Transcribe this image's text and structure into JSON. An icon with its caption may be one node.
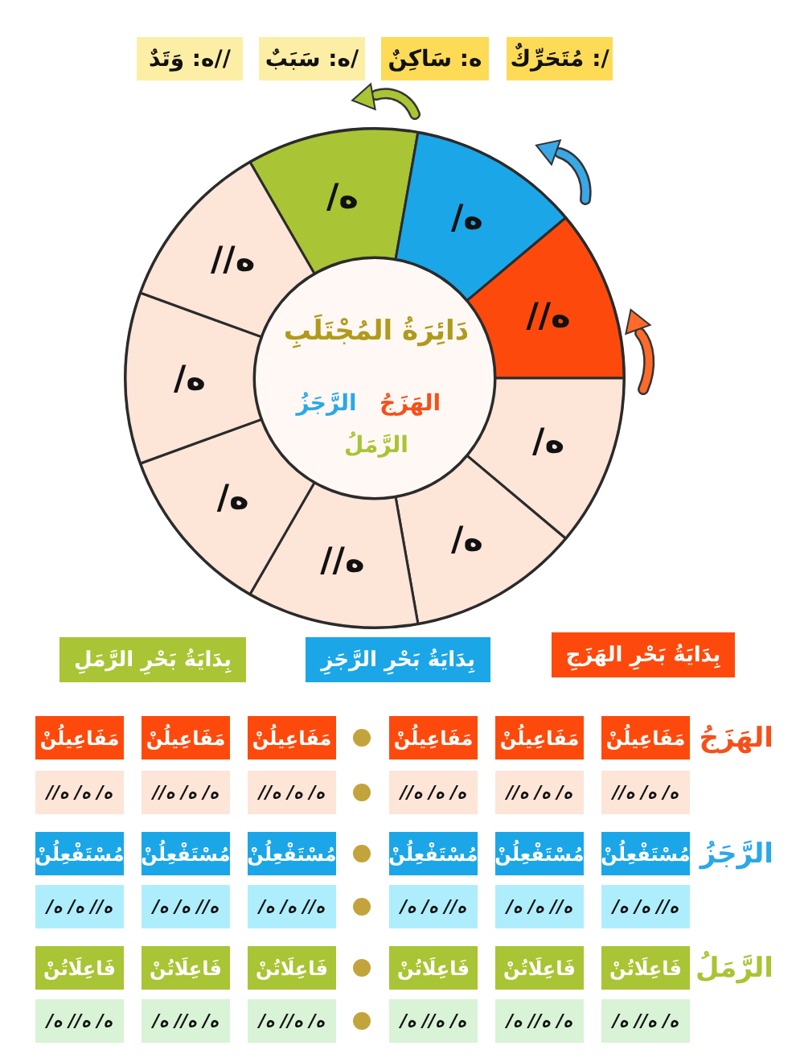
{
  "diagram": {
    "nodes": [
      {
        "text": [
          "/: مُتَحَرِّكٌ"
        ]
      },
      {
        "text": [
          "ه: سَاكِنٌ"
        ]
      },
      {
        "text": [
          "/ه: سَبَبٌ"
        ]
      },
      {
        "text": [
          "//ه: وَتَدٌ"
        ]
      },
      {
        "text": [
          "دَائِرَةُ المُجْتَلَبِ",
          "الهَزَجُ",
          "الرَّجَزُ",
          "الرَّمَلُ"
        ]
      },
      {
        "text": [
          "/ه"
        ]
      },
      {
        "text": [
          "/ه"
        ]
      },
      {
        "text": [
          "//ه"
        ]
      },
      {
        "text": [
          "/ه"
        ]
      },
      {
        "text": [
          "/ه"
        ]
      },
      {
        "text": [
          "//ه"
        ]
      },
      {
        "text": [
          "/ه"
        ]
      },
      {
        "text": [
          "/ه"
        ]
      },
      {
        "text": [
          "//ه"
        ]
      },
      {
        "text": [
          "بِدَايَةُ بَحْرِ الهَزَجِ"
        ]
      },
      {
        "text": [
          "بِدَايَةُ بَحْرِ الرَّجَزِ"
        ]
      },
      {
        "text": [
          "بِدَايَةُ بَحْرِ الرَّمَلِ"
        ]
      },
      {
        "text": [
          "مَفَاعِيلُنْ"
        ]
      },
      {
        "text": [
          "مَفَاعِيلُنْ"
        ]
      },
      {
        "text": [
          "مَفَاعِيلُنْ"
        ]
      },
      {
        "text": [
          "مَفَاعِيلُنْ"
        ]
      },
      {
        "text": [
          "مَفَاعِيلُنْ"
        ]
      },
      {
        "text": [
          "مَفَاعِيلُنْ"
        ]
      },
      {
        "text": [
          "//ه /ه /ه"
        ]
      },
      {
        "text": [
          "//ه /ه /ه"
        ]
      },
      {
        "text": [
          "//ه /ه /ه"
        ]
      },
      {
        "text": [
          "//ه /ه /ه"
        ]
      },
      {
        "text": [
          "//ه /ه /ه"
        ]
      },
      {
        "text": [
          "//ه /ه /ه"
        ]
      },
      {
        "text": [
          "مُسْتَفْعِلُنْ"
        ]
      },
      {
        "text": [
          "مُسْتَفْعِلُنْ"
        ]
      },
      {
        "text": [
          "مُسْتَفْعِلُنْ"
        ]
      },
      {
        "text": [
          "مُسْتَفْعِلُنْ"
        ]
      },
      {
        "text": [
          "مُسْتَفْعِلُنْ"
        ]
      },
      {
        "text": [
          "مُسْتَفْعِلُنْ"
        ]
      },
      {
        "text": [
          "/ه /ه //ه"
        ]
      },
      {
        "text": [
          "/ه /ه //ه"
        ]
      },
      {
        "text": [
          "/ه /ه //ه"
        ]
      },
      {
        "text": [
          "/ه /ه //ه"
        ]
      },
      {
        "text": [
          "/ه /ه //ه"
        ]
      },
      {
        "text": [
          "/ه /ه //ه"
        ]
      },
      {
        "text": [
          "فَاعِلَاتُنْ"
        ]
      },
      {
        "text": [
          "فَاعِلَاتُنْ"
        ]
      },
      {
        "text": [
          "فَاعِلَاتُنْ"
        ]
      },
      {
        "text": [
          "فَاعِلَاتُنْ"
        ]
      },
      {
        "text": [
          "فَاعِلَاتُنْ"
        ]
      },
      {
        "text": [
          "فَاعِلَاتُنْ"
        ]
      },
      {
        "text": [
          "/ه //ه /ه"
        ]
      },
      {
        "text": [
          "/ه //ه /ه"
        ]
      },
      {
        "text": [
          "/ه //ه /ه"
        ]
      },
      {
        "text": [
          "/ه //ه /ه"
        ]
      },
      {
        "text": [
          "/ه //ه /ه"
        ]
      },
      {
        "text": [
          "/ه //ه /ه"
        ]
      }
    ],
    "labels": [
      "الهَزَجُ",
      "الرَّجَزُ",
      "الرَّمَلُ"
    ]
  }
}
